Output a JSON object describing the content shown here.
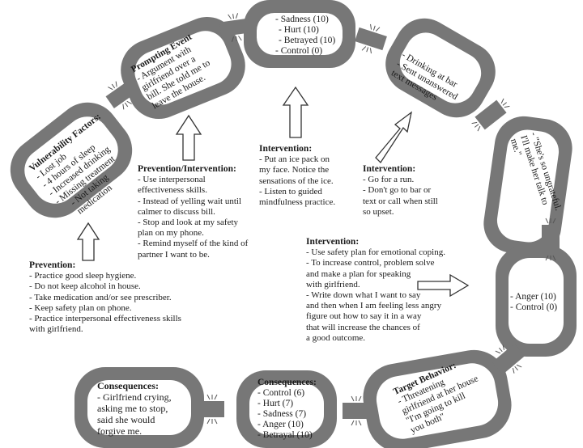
{
  "links": {
    "vulnerability": {
      "title": "Vulnerability Factors:",
      "items": [
        "- Lost job",
        "- 4 hours of sleep",
        "- Increased drinking",
        "- Missing treatment",
        "- Not taking",
        "medication"
      ]
    },
    "prompting": {
      "title": "Prompting Event",
      "items": [
        "- Argument with",
        "girlfriend over a",
        "bill. She told me to",
        "leave the house."
      ]
    },
    "emotions1": {
      "items": [
        "- Sadness (10)",
        "- Hurt (10)",
        "- Betrayed (10)",
        "- Control (0)"
      ]
    },
    "drinking": {
      "items": [
        "- Drinking at bar",
        "- Sent unanswered",
        "text messages"
      ]
    },
    "thought": {
      "items": [
        "- \"She's so ungrateful.",
        "I'll make her talk to",
        "me.\""
      ]
    },
    "anger": {
      "items": [
        "- Anger (10)",
        "- Control (0)"
      ]
    },
    "target": {
      "title": "Target Behavior:",
      "items": [
        "- Threatening",
        "girlfriend at her house",
        "\"I'm going to kill",
        "you both\""
      ]
    },
    "consequences_mid": {
      "title": "Consequences:",
      "items": [
        "- Control (6)",
        "- Hurt (7)",
        "- Sadness (7)",
        "- Anger (10)",
        "- Betrayal (10)"
      ]
    },
    "consequences_left": {
      "title": "Consequences:",
      "items": [
        "- Girlfriend crying,",
        "asking me to stop,",
        "said she would",
        "forgive me."
      ]
    }
  },
  "interventions": {
    "prevention": {
      "title": "Prevention:",
      "items": [
        "- Practice good sleep hygiene.",
        "- Do not keep alcohol in house.",
        "- Take medication and/or see prescriber.",
        "- Keep safety plan on phone.",
        "- Practice interpersonal effectiveness skills",
        "with girlfriend."
      ]
    },
    "prevention_intervention": {
      "title": "Prevention/Intervention:",
      "items": [
        "- Use interpersonal",
        "effectiveness skills.",
        "- Instead of yelling wait until",
        "calmer to discuss bill.",
        "- Stop and look at my safety",
        "plan on my phone.",
        "- Remind myself of the kind of",
        "partner I want to be."
      ]
    },
    "intervention_ice": {
      "title": "Intervention:",
      "items": [
        "- Put an ice pack on",
        "my face. Notice the",
        "sensations of the ice.",
        "- Listen to guided",
        "mindfulness practice."
      ]
    },
    "intervention_run": {
      "title": "Intervention:",
      "items": [
        "- Go for a run.",
        "- Don't go to bar or",
        "text or call when still",
        "so upset."
      ]
    },
    "intervention_safety": {
      "title": "Intervention:",
      "items": [
        "- Use safety plan for emotional coping.",
        "- To increase control, problem solve",
        "and make a plan for speaking",
        "with girlfriend.",
        "- Write down what I want to say",
        "and then when I am feeling less angry",
        "figure out how to say it in a way",
        "that will increase the chances of",
        "a good outcome."
      ]
    }
  },
  "colors": {
    "chain": "#777777",
    "chain_stroke": "#555555",
    "text": "#1a1a1a",
    "arrow_stroke": "#333333"
  }
}
